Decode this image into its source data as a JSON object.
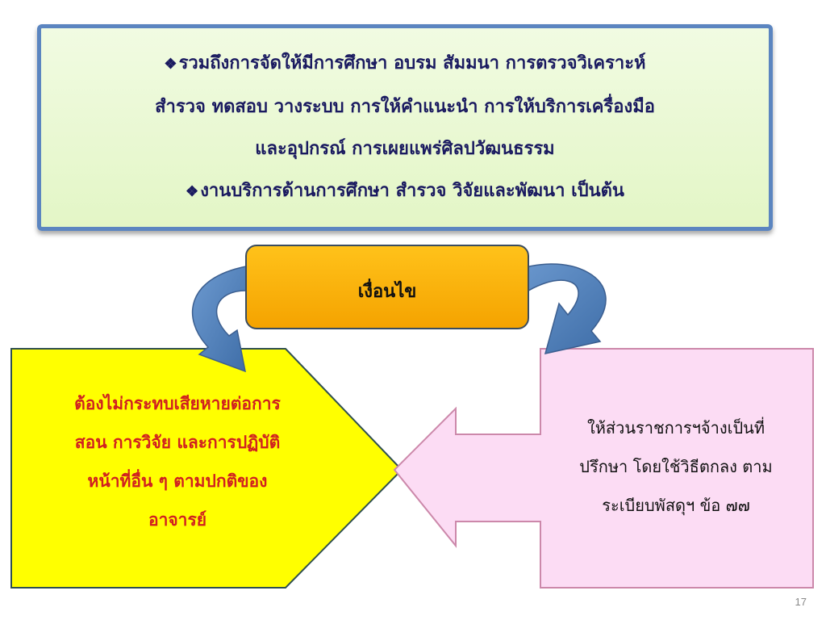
{
  "top_box": {
    "bullet_1": {
      "icon": "diamond-bullet-icon",
      "lines": [
        "รวมถึงการจัดให้มีการศึกษา อบรม สัมมนา การตรวจวิเคราะห์",
        "สำรวจ ทดสอบ วางระบบ การให้คำแนะนำ การให้บริการเครื่องมือ",
        "และอุปกรณ์ การเผยแพร่ศิลปวัฒนธรรม"
      ]
    },
    "bullet_2": {
      "icon": "diamond-bullet-icon",
      "text": "งานบริการด้านการศึกษา สำรวจ วิจัยและพัฒนา เป็นต้น"
    },
    "colors": {
      "fill": "#e3f6c6",
      "border": "#5b85c0",
      "text": "#1a1a60"
    }
  },
  "condition_box": {
    "label": "เงื่อนไข",
    "colors": {
      "fill": "#f5a300",
      "border": "#3a4c5f"
    }
  },
  "left_box": {
    "lines": [
      "ต้องไม่กระทบเสียหายต่อการ",
      "สอน การวิจัย และการปฏิบัติ",
      "หน้าที่อื่น ๆ ตามปกติของ",
      "อาจารย์"
    ],
    "colors": {
      "fill": "#ffff00",
      "border": "#2f4f4f",
      "text": "#d02020"
    }
  },
  "right_box": {
    "lines": [
      "ให้ส่วนราชการฯจ้างเป็นที่",
      "ปรึกษา โดยใช้วิธีตกลง ตาม",
      "ระเบียบพัสดุฯ ข้อ ๗๗"
    ],
    "colors": {
      "fill": "#fcdcf4",
      "border": "#cc88aa",
      "text": "#111111"
    }
  },
  "arrows": {
    "color": "#4f7fb8",
    "curved": [
      "curved-arrow-left-icon",
      "curved-arrow-right-icon"
    ],
    "callout": "left-pointing-arrow-icon"
  },
  "page_number": "17"
}
